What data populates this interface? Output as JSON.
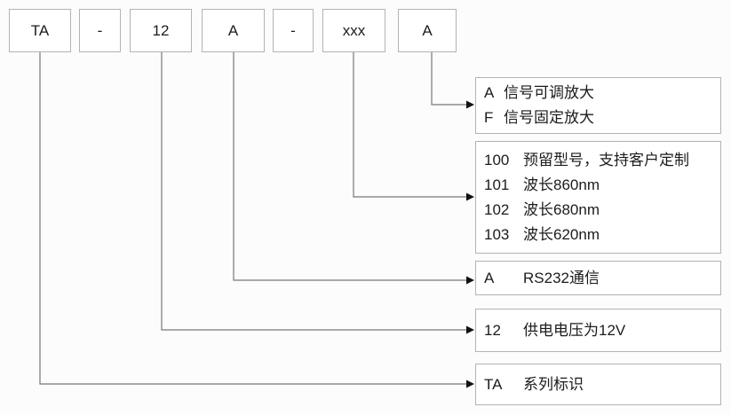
{
  "diagram": {
    "colors": {
      "bg": "#fcfcfc",
      "border": "#b3b3b3",
      "line": "#777777",
      "arrow": "#111111",
      "text": "#1c1c1c"
    },
    "model_code_boxes": [
      "TA",
      "-",
      "12",
      "A",
      "-",
      "xxx",
      "A"
    ],
    "legend_boxes": [
      {
        "name": "signal-amplification",
        "rows": [
          {
            "code": "A",
            "desc": "信号可调放大"
          },
          {
            "code": "F",
            "desc": "信号固定放大"
          }
        ]
      },
      {
        "name": "wavelength-model",
        "rows": [
          {
            "code": "100",
            "desc": "预留型号，支持客户定制"
          },
          {
            "code": "101",
            "desc": "波长860nm"
          },
          {
            "code": "102",
            "desc": "波长680nm"
          },
          {
            "code": "103",
            "desc": "波长620nm"
          }
        ]
      },
      {
        "name": "communication",
        "rows": [
          {
            "code": "A",
            "desc": "RS232通信"
          }
        ]
      },
      {
        "name": "supply-voltage",
        "rows": [
          {
            "code": "12",
            "desc": "供电电压为12V"
          }
        ]
      },
      {
        "name": "series-id",
        "rows": [
          {
            "code": "TA",
            "desc": "系列标识"
          }
        ]
      }
    ]
  }
}
